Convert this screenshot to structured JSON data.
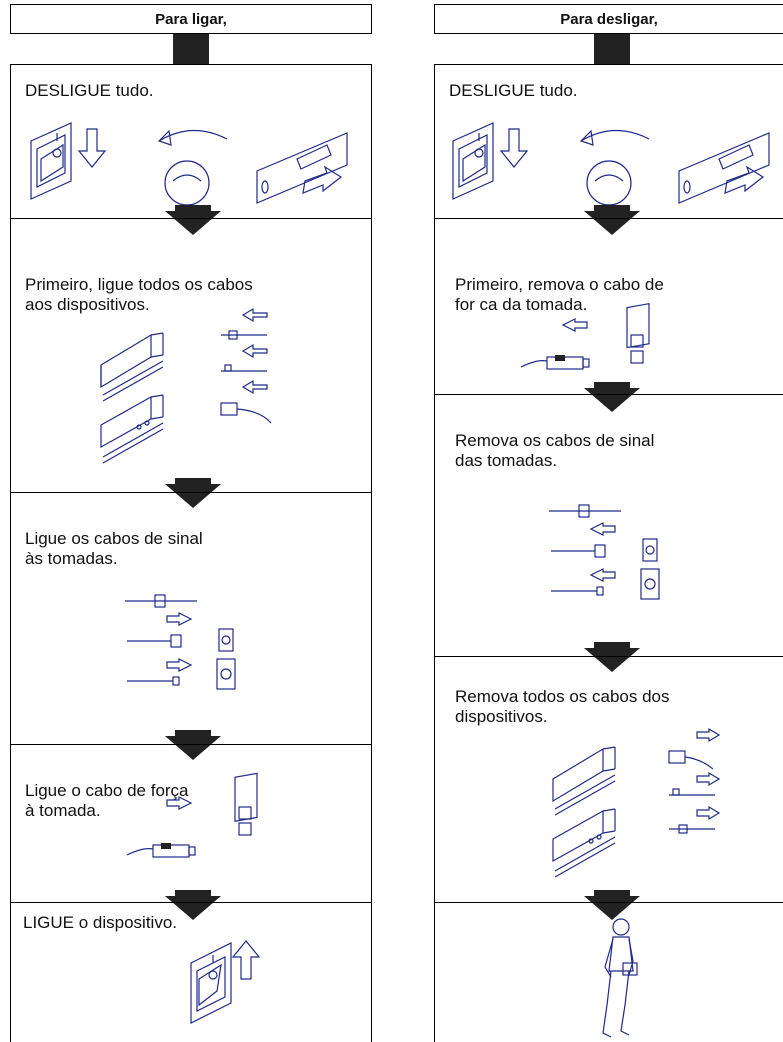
{
  "left": {
    "header": "Para ligar,",
    "steps": [
      "DESLIGUE tudo.",
      "Primeiro, ligue todos os cabos\naos dispositivos.",
      "Ligue os cabos de sinal\nàs tomadas.",
      "Ligue o cabo de força\nà tomada.",
      "LIGUE o dispositivo."
    ]
  },
  "right": {
    "header": "Para desligar,",
    "steps": [
      "DESLIGUE tudo.",
      "Primeiro, remova o cabo de\nfor ca da tomada.",
      "Remova os cabos de sinal\ndas tomadas.",
      "Remova todos os cabos dos\ndispositivos.",
      ""
    ]
  },
  "colors": {
    "line": "#1f2a8a",
    "arrow": "#222222"
  }
}
